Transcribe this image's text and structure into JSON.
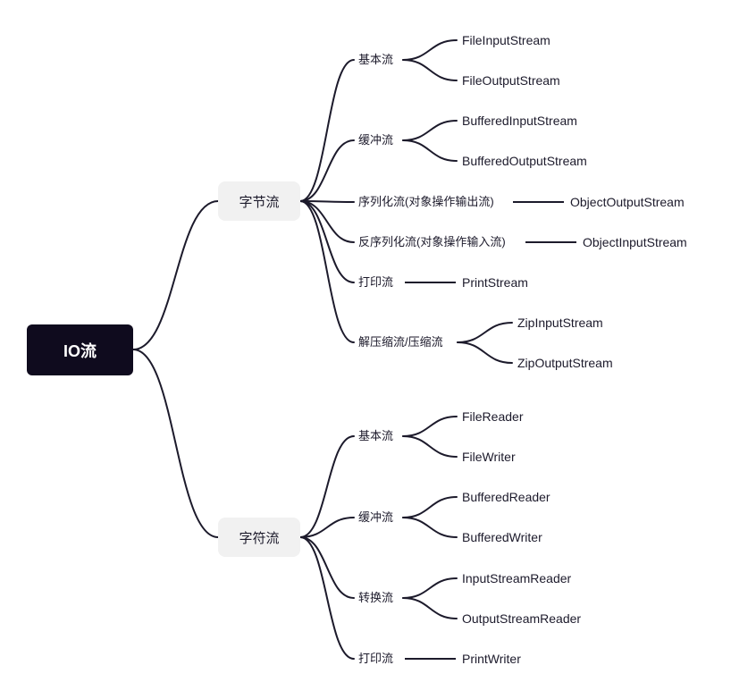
{
  "root": {
    "label": "IO流"
  },
  "byte": {
    "label": "字节流",
    "groups": [
      {
        "label": "基本流",
        "children": [
          "FileInputStream",
          "FileOutputStream"
        ]
      },
      {
        "label": "缓冲流",
        "children": [
          "BufferedInputStream",
          "BufferedOutputStream"
        ]
      },
      {
        "label": "序列化流(对象操作输出流)",
        "children": [
          "ObjectOutputStream"
        ]
      },
      {
        "label": "反序列化流(对象操作输入流)",
        "children": [
          "ObjectInputStream"
        ]
      },
      {
        "label": "打印流",
        "children": [
          "PrintStream"
        ]
      },
      {
        "label": "解压缩流/压缩流",
        "children": [
          "ZipInputStream",
          "ZipOutputStream"
        ]
      }
    ]
  },
  "char": {
    "label": "字符流",
    "groups": [
      {
        "label": "基本流",
        "children": [
          "FileReader",
          "FileWriter"
        ]
      },
      {
        "label": "缓冲流",
        "children": [
          "BufferedReader",
          "BufferedWriter"
        ]
      },
      {
        "label": "转换流",
        "children": [
          "InputStreamReader",
          "OutputStreamReader"
        ]
      },
      {
        "label": "打印流",
        "children": [
          "PrintWriter"
        ]
      }
    ]
  },
  "colors": {
    "root_bg": "#0f0b1e",
    "category_bg": "#f1f1f1",
    "line": "#1c1a2b"
  }
}
